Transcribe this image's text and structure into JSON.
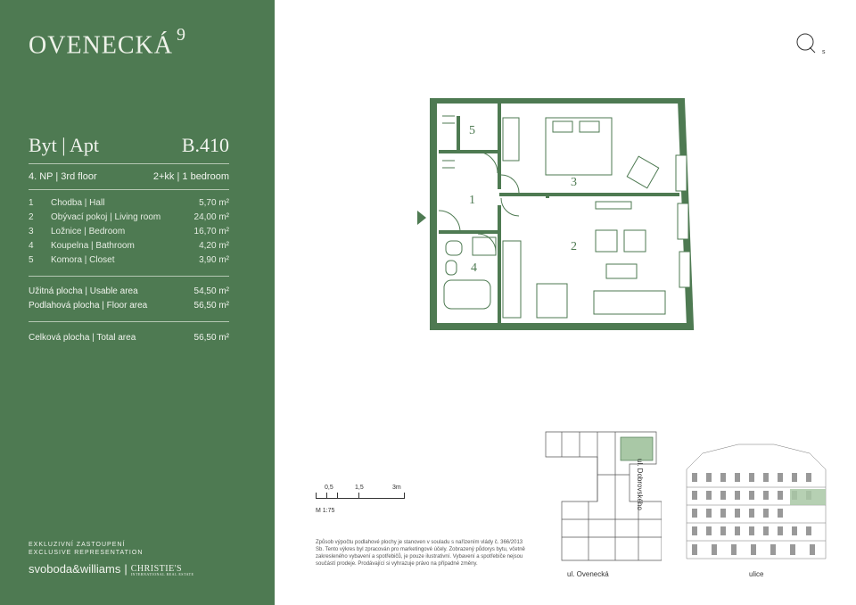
{
  "project": {
    "name": "OVENECKÁ",
    "number": "9"
  },
  "apartment": {
    "title": "Byt | Apt",
    "code": "B.410",
    "floor": "4. NP | 3rd floor",
    "layout": "2+kk | 1 bedroom"
  },
  "rooms": [
    {
      "num": "1",
      "name": "Chodba | Hall",
      "area": "5,70 m²"
    },
    {
      "num": "2",
      "name": "Obývací pokoj | Living room",
      "area": "24,00 m²"
    },
    {
      "num": "3",
      "name": "Ložnice | Bedroom",
      "area": "16,70 m²"
    },
    {
      "num": "4",
      "name": "Koupelna | Bathroom",
      "area": "4,20 m²"
    },
    {
      "num": "5",
      "name": "Komora | Closet",
      "area": "3,90 m²"
    }
  ],
  "totals": {
    "usable_label": "Užitná plocha | Usable area",
    "usable_area": "54,50 m²",
    "floor_label": "Podlahová plocha | Floor area",
    "floor_area": "56,50 m²",
    "total_label": "Celková plocha | Total area",
    "total_area": "56,50 m²"
  },
  "representation": {
    "line1": "EXKLUZIVNÍ ZASTOUPENÍ",
    "line2": "EXCLUSIVE REPRESENTATION",
    "brand": "svoboda&williams",
    "partner": "CHRISTIE'S",
    "partner_sub": "INTERNATIONAL REAL ESTATE"
  },
  "compass_letter": "s",
  "plan_labels": [
    "1",
    "2",
    "3",
    "4",
    "5"
  ],
  "scale": {
    "t1": "0,5",
    "t2": "1,5",
    "t3": "3m",
    "ratio": "M 1:75"
  },
  "disclaimer": "Způsob výpočtu podlahové plochy je stanoven v souladu s nařízením vlády č. 366/2013 Sb. Tento výkres byl zpracován pro marketingové účely. Zobrazený půdorys bytu, včetně zakresleného vybavení a spotřebičů, je pouze ilustrativní. Vybavení a spotřebiče nejsou součástí prodeje. Prodávající si vyhrazuje právo na případné změny.",
  "captions": {
    "street_main": "ul. Ovenecká",
    "street_side": "ul. Dobrovského",
    "facade": "ulice"
  },
  "colors": {
    "brand_green": "#4e7a52",
    "highlight": "#a9c8a6"
  }
}
